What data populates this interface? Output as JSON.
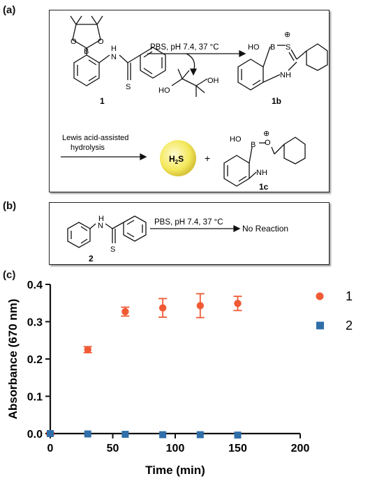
{
  "panels": {
    "a_label": "(a)",
    "b_label": "(b)",
    "c_label": "(c)"
  },
  "scheme_a": {
    "reagent_line1": "PBS, pH 7.4, 37 °C",
    "compound_1": "1",
    "compound_1b": "1b",
    "compound_1c": "1c",
    "hydrolysis_line1": "Lewis acid-assisted",
    "hydrolysis_line2": "hydrolysis",
    "h2s": "H",
    "h2s_sub": "2",
    "h2s_tail": "S",
    "plus": "+",
    "atom_S": "S",
    "atom_NH": "NH",
    "atom_H": "H",
    "atom_N": "N",
    "atom_HO": "HO",
    "atom_OH": "OH",
    "atom_B": "B",
    "atom_O": "O",
    "charge": "⊕"
  },
  "scheme_b": {
    "reagent": "PBS, pH 7.4, 37 °C",
    "result": "No Reaction",
    "compound_2": "2",
    "atom_H": "H",
    "atom_N": "N",
    "atom_S": "S"
  },
  "chart_data": {
    "type": "scatter",
    "xlabel": "Time (min)",
    "ylabel": "Absorbance (670 nm)",
    "xlim": [
      0,
      200
    ],
    "ylim": [
      0,
      0.4
    ],
    "xticks": [
      0,
      50,
      100,
      150,
      200
    ],
    "yticks": [
      0.0,
      0.1,
      0.2,
      0.3,
      0.4
    ],
    "ytick_labels": [
      "0.0",
      "0.1",
      "0.2",
      "0.3",
      "0.4"
    ],
    "legend_position": "right",
    "series": [
      {
        "name": "1",
        "marker": "circle",
        "color": "#f05a35",
        "x": [
          0,
          30,
          60,
          90,
          120,
          150
        ],
        "y": [
          0.0,
          0.225,
          0.327,
          0.337,
          0.343,
          0.349
        ],
        "err": [
          0.003,
          0.008,
          0.012,
          0.025,
          0.032,
          0.019
        ]
      },
      {
        "name": "2",
        "marker": "square",
        "color": "#2f6ea8",
        "x": [
          0,
          30,
          60,
          90,
          120,
          150
        ],
        "y": [
          0.0,
          -0.001,
          -0.002,
          -0.003,
          -0.003,
          -0.004
        ],
        "err": [
          0,
          0,
          0,
          0,
          0,
          0
        ]
      }
    ]
  }
}
